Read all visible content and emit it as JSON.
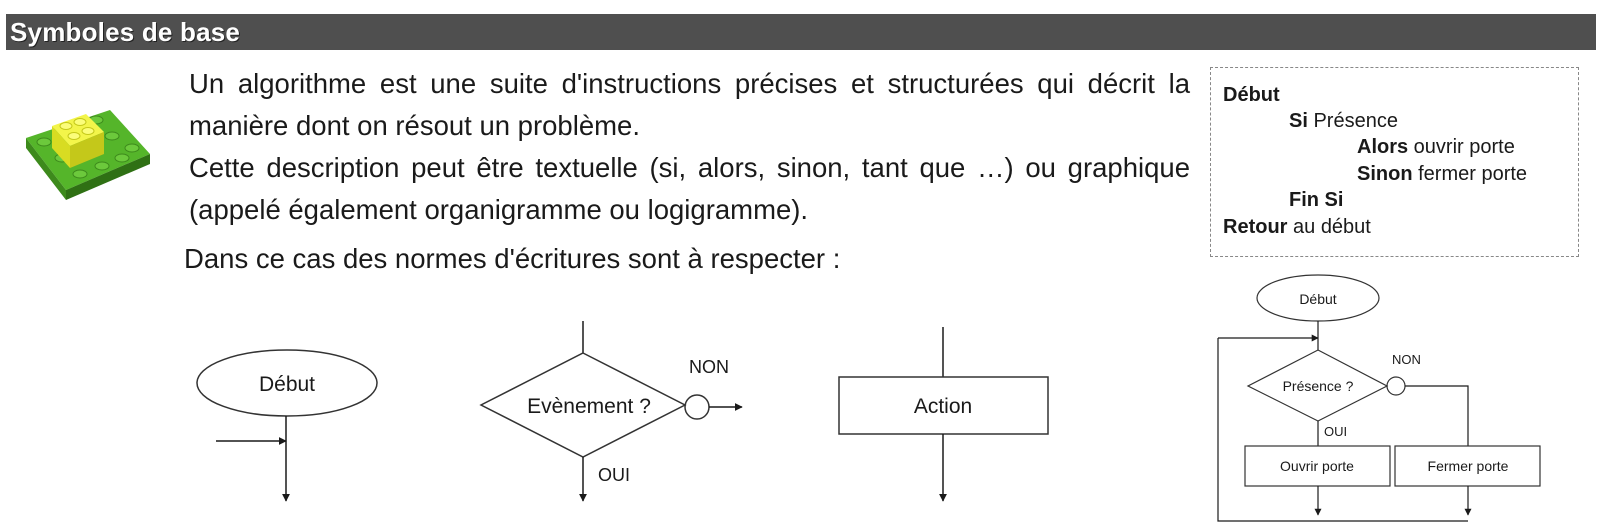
{
  "header": {
    "title": "Symboles de base"
  },
  "intro": {
    "line1": "Un algorithme est une suite d'instructions précises et structurées qui décrit la manière dont on résout un problème.",
    "line2": "Cette description peut être textuelle (si, alors, sinon, tant que …) ou graphique (appelé également organigramme ou logigramme).",
    "line3": "Dans ce cas des normes d'écritures sont à respecter :"
  },
  "pseudocode": {
    "l1_kw": "Début",
    "l2_kw": "Si",
    "l2_rest": " Présence",
    "l3_kw": "Alors",
    "l3_rest": " ouvrir porte",
    "l4_kw": "Sinon",
    "l4_rest": " fermer porte",
    "l5_kw": "Fin Si",
    "l6_kw": "Retour",
    "l6_rest": " au début"
  },
  "symbols": {
    "start": "Début",
    "decision": "Evènement ?",
    "no": "NON",
    "yes": "OUI",
    "action": "Action"
  },
  "flowchart": {
    "start": "Début",
    "decision": "Présence ?",
    "no": "NON",
    "yes": "OUI",
    "action_yes": "Ouvrir porte",
    "action_no": "Fermer porte"
  },
  "colors": {
    "title_bar": "#4f4f4f",
    "lego_green": "#4caf24",
    "lego_yellow": "#eef22a"
  }
}
